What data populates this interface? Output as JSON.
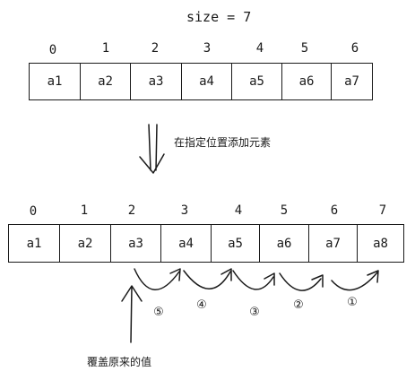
{
  "title": "size = 7",
  "top_array": {
    "indices": [
      "0",
      "1",
      "2",
      "3",
      "4",
      "5",
      "6"
    ],
    "cells": [
      "a1",
      "a2",
      "a3",
      "a4",
      "a5",
      "a6",
      "a7"
    ]
  },
  "arrow_label": "在指定位置添加元素",
  "bottom_array": {
    "indices": [
      "0",
      "1",
      "2",
      "3",
      "4",
      "5",
      "6",
      "7"
    ],
    "cells": [
      "a1",
      "a2",
      "a3",
      "a4",
      "a5",
      "a6",
      "a7",
      "a8"
    ]
  },
  "steps": [
    "⑤",
    "④",
    "③",
    "②",
    "①"
  ],
  "bottom_note": "覆盖原来的值"
}
